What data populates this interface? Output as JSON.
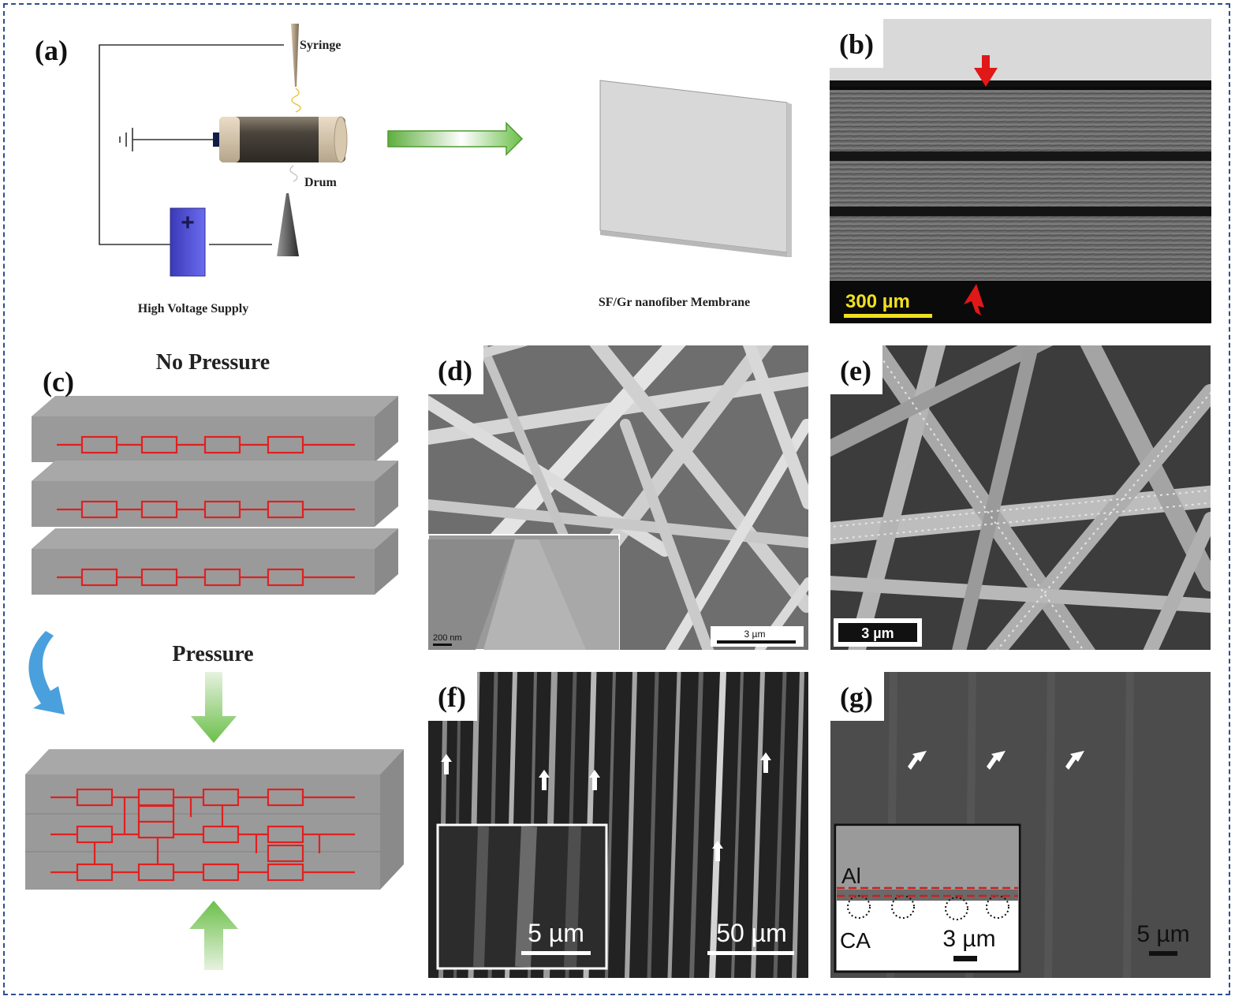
{
  "panels": {
    "a": {
      "label": "(a)",
      "syringe": "Syringe",
      "drum": "Drum",
      "supply": "High Voltage Supply",
      "membrane": "SF/Gr nanofiber Membrane"
    },
    "b": {
      "label": "(b)",
      "scale": "300 µm"
    },
    "c": {
      "label": "(c)",
      "no_pressure": "No Pressure",
      "pressure": "Pressure"
    },
    "d": {
      "label": "(d)",
      "inset_scale": "200 nm",
      "scale": "3 µm"
    },
    "e": {
      "label": "(e)",
      "scale": "3 µm"
    },
    "f": {
      "label": "(f)",
      "inset_scale": "5 µm",
      "scale": "50 µm"
    },
    "g": {
      "label": "(g)",
      "inset_top": "Al",
      "inset_bottom": "CA",
      "inset_scale": "3 µm",
      "scale": "5 µm"
    }
  },
  "colors": {
    "frame": "#2f4f8f",
    "circuit": "#e02020",
    "arrow_green": "#6cbf4a",
    "rotate_arrow": "#2a8fd6",
    "scale_yellow": "#f0e020",
    "red_arrow": "#e01818",
    "battery": "#4a4ad6"
  }
}
